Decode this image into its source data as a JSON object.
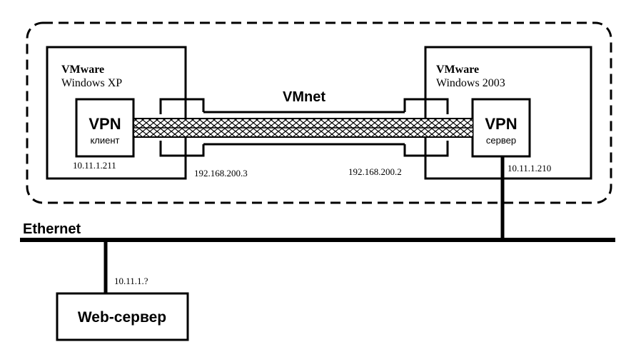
{
  "vmnet_label": "VMnet",
  "ethernet_label": "Ethernet",
  "left_vm": {
    "vendor": "VMware",
    "os": "Windows XP",
    "vpn_title": "VPN",
    "vpn_role": "клиент",
    "ip": "10.11.1.211",
    "adapter_ip": "192.168.200.3"
  },
  "right_vm": {
    "vendor": "VMware",
    "os": "Windows 2003",
    "vpn_title": "VPN",
    "vpn_role": "сервер",
    "ip": "10.11.1.210",
    "adapter_ip": "192.168.200.2"
  },
  "web_server": {
    "label": "Web-сервер",
    "ip": "10.11.1.?"
  },
  "colors": {
    "line": "#000000",
    "background": "#ffffff"
  }
}
